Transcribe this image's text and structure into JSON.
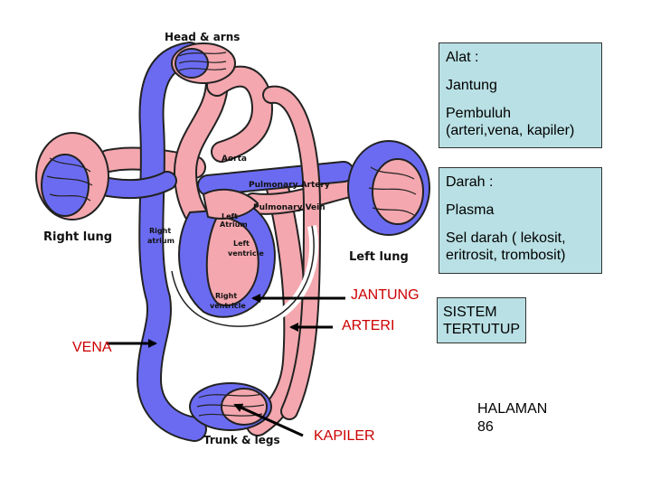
{
  "colors": {
    "artery": "#f4a7ae",
    "vein": "#6b6bf2",
    "outline": "#222222",
    "info_box": "#b9e0e4",
    "red_label": "#cc0000"
  },
  "diagram_labels": {
    "head_arms": "Head & arns",
    "aorta": "Aorta",
    "pulmonary_artery": "Pulmonary Artery",
    "pulmonary_vein": "Pulmonary Vein",
    "left_atrium_1": "Left",
    "left_atrium_2": "Atrium",
    "right_atrium_1": "Right",
    "right_atrium_2": "atrium",
    "left_ventricle_1": "Left",
    "left_ventricle_2": "ventricle",
    "right_ventricle_1": "Right",
    "right_ventricle_2": "ventricle",
    "right_lung": "Right lung",
    "left_lung": "Left lung",
    "trunk_legs": "Trunk & legs"
  },
  "boxes": {
    "alat": {
      "title": "Alat :",
      "line1": "Jantung",
      "line2": "Pembuluh",
      "line3": "(arteri,vena, kapiler)"
    },
    "darah": {
      "title": "Darah :",
      "line1": "Plasma",
      "line2": "Sel darah ( lekosit,",
      "line3": "eritrosit, trombosit)"
    },
    "sistem": {
      "line1": "SISTEM",
      "line2": "TERTUTUP"
    }
  },
  "callouts": {
    "jantung": "JANTUNG",
    "arteri": "ARTERI",
    "vena": "VENA",
    "kapiler": "KAPILER"
  },
  "halaman": {
    "line1": "HALAMAN",
    "line2": "86"
  }
}
